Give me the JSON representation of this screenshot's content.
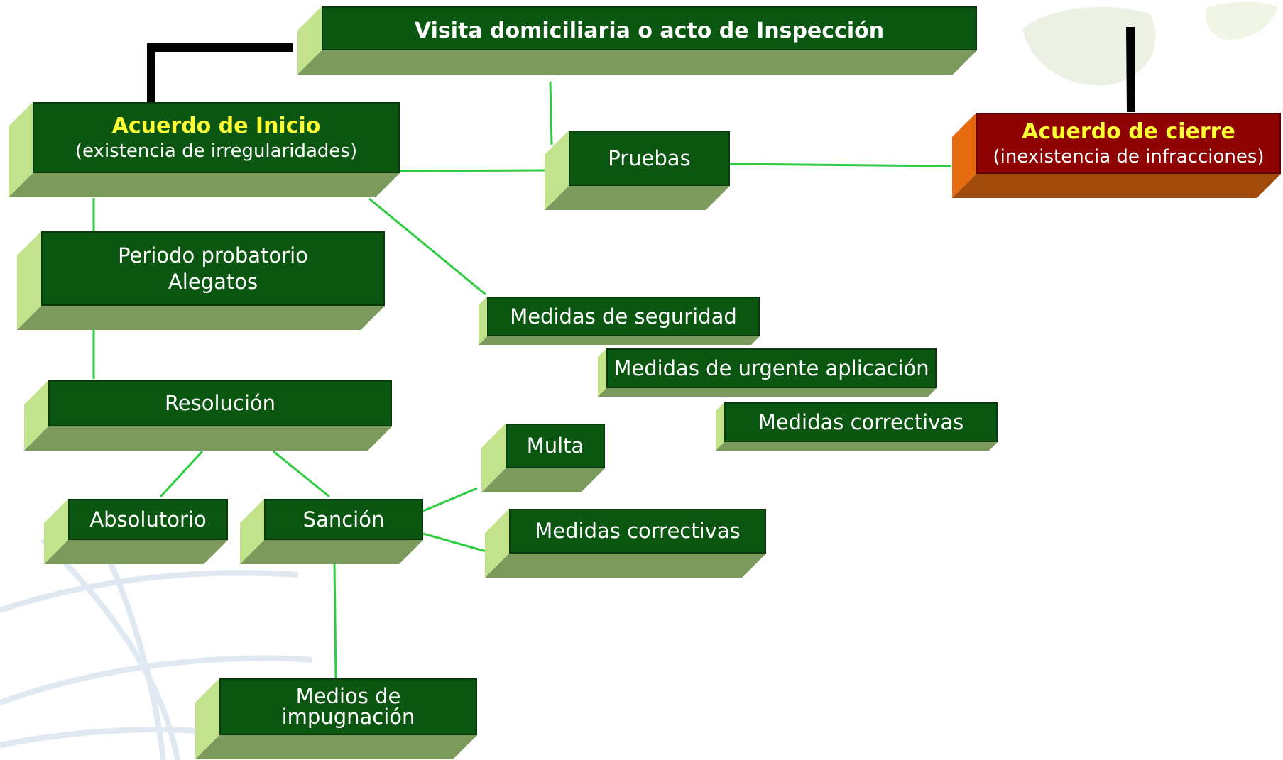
{
  "nodes": {
    "visita": {
      "title": "Visita domiciliaria o acto de Inspección"
    },
    "acuerdo_inicio": {
      "title": "Acuerdo de Inicio",
      "subtitle": "(existencia de irregularidades)"
    },
    "pruebas": {
      "label": "Pruebas"
    },
    "acuerdo_cierre": {
      "title": "Acuerdo de cierre",
      "subtitle": "(inexistencia de  infracciones)"
    },
    "periodo": {
      "line1": "Periodo probatorio",
      "line2": "Alegatos"
    },
    "medidas_seguridad": {
      "label": "Medidas de seguridad"
    },
    "medidas_urgente": {
      "label": "Medidas de urgente aplicación"
    },
    "medidas_correctivas_1": {
      "label": "Medidas correctivas"
    },
    "resolucion": {
      "label": "Resolución"
    },
    "multa": {
      "label": "Multa"
    },
    "absolutorio": {
      "label": "Absolutorio"
    },
    "sancion": {
      "label": "Sanción"
    },
    "medidas_correctivas_2": {
      "label": "Medidas correctivas"
    },
    "medios": {
      "line1": "Medios de",
      "line2": "impugnación"
    }
  },
  "colors": {
    "node_face": "#0b5712",
    "node_bevel_light": "#c2e38c",
    "node_bevel_dark": "#7c9a5c",
    "highlight_text": "#ffff33",
    "closing_face": "#8e0202",
    "connector": "#2ecc40",
    "elbow": "#000000"
  }
}
